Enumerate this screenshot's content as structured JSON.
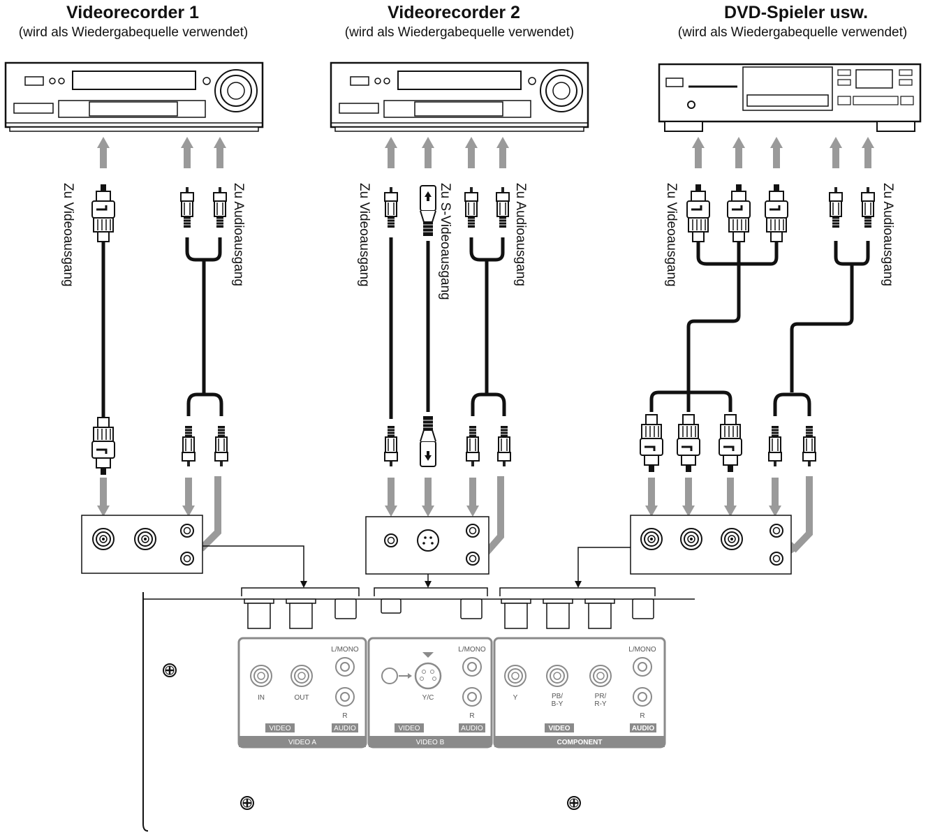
{
  "devices": {
    "vcr1": {
      "title": "Videorecorder 1",
      "subtitle": "(wird als Wiedergabequelle verwendet)"
    },
    "vcr2": {
      "title": "Videorecorder 2",
      "subtitle": "(wird als Wiedergabequelle verwendet)"
    },
    "dvd": {
      "title": "DVD-Spieler usw.",
      "subtitle": "(wird als Wiedergabequelle verwendet)"
    }
  },
  "cable_labels": {
    "vcr1_video": "Zu Videoausgang",
    "vcr1_audio": "Zu Audioausgang",
    "vcr2_video": "Zu Videoausgang",
    "vcr2_svideo": "Zu S-Videoausgang",
    "vcr2_audio": "Zu Audioausgang",
    "dvd_video": "Zu Videoausgang",
    "dvd_audio": "Zu Audioausgang"
  },
  "panel": {
    "video_a": {
      "in": "IN",
      "out": "OUT",
      "l_mono": "L/MONO",
      "r": "R",
      "video_tab": "VIDEO",
      "audio_tab": "AUDIO",
      "section": "VIDEO  A"
    },
    "video_b": {
      "yc": "Y/C",
      "l_mono": "L/MONO",
      "r": "R",
      "video_tab": "VIDEO",
      "audio_tab": "AUDIO",
      "section": "VIDEO  B"
    },
    "component": {
      "y": "Y",
      "pb_1": "PB/",
      "pb_2": "B-Y",
      "pr_1": "PR/",
      "pr_2": "R-Y",
      "l_mono": "L/MONO",
      "r": "R",
      "video_tab": "VIDEO",
      "audio_tab": "AUDIO",
      "section": "COMPONENT"
    }
  },
  "colors": {
    "arrow": "#9a9a9a",
    "panel": "#8a8a8a",
    "cable": "#111111"
  }
}
